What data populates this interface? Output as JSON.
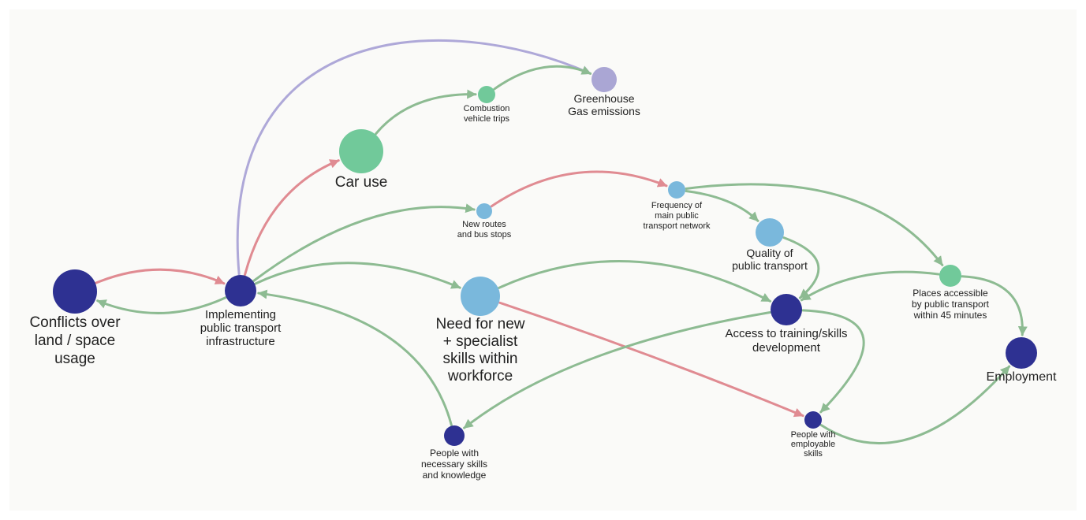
{
  "colors": {
    "dark_blue": "#2e3192",
    "light_blue": "#7ab8dc",
    "green": "#71c99a",
    "lavender": "#aaa6d4",
    "edge_green": "#8dbb92",
    "edge_red": "#e08b92",
    "edge_purple": "#aea8d8"
  },
  "nodes": [
    {
      "id": "conflicts",
      "label": [
        "Conflicts over",
        "land / space",
        "usage"
      ],
      "color": "dark_blue"
    },
    {
      "id": "implementing",
      "label": [
        "Implementing",
        "public transport",
        "infrastructure"
      ],
      "color": "dark_blue"
    },
    {
      "id": "car_use",
      "label": [
        "Car use"
      ],
      "color": "green"
    },
    {
      "id": "combustion",
      "label": [
        "Combustion",
        "vehicle trips"
      ],
      "color": "green"
    },
    {
      "id": "greenhouse",
      "label": [
        "Greenhouse",
        "Gas emissions"
      ],
      "color": "lavender"
    },
    {
      "id": "new_routes",
      "label": [
        "New routes",
        "and bus stops"
      ],
      "color": "light_blue"
    },
    {
      "id": "frequency",
      "label": [
        "Frequency of",
        "main public",
        "transport network"
      ],
      "color": "light_blue"
    },
    {
      "id": "quality",
      "label": [
        "Quality of",
        "public transport"
      ],
      "color": "light_blue"
    },
    {
      "id": "need_skills",
      "label": [
        "Need for new",
        "+ specialist",
        "skills within",
        "workforce"
      ],
      "color": "light_blue"
    },
    {
      "id": "access_training",
      "label": [
        "Access to training/skills",
        "development"
      ],
      "color": "dark_blue"
    },
    {
      "id": "places_accessible",
      "label": [
        "Places accessible",
        "by public transport",
        "within 45 minutes"
      ],
      "color": "green"
    },
    {
      "id": "employment",
      "label": [
        "Employment"
      ],
      "color": "dark_blue"
    },
    {
      "id": "people_necessary",
      "label": [
        "People with",
        "necessary skills",
        "and knowledge"
      ],
      "color": "dark_blue"
    },
    {
      "id": "people_employable",
      "label": [
        "People with",
        "employable",
        "skills"
      ],
      "color": "dark_blue"
    }
  ],
  "edges": [
    {
      "from": "conflicts",
      "to": "implementing",
      "color": "edge_red"
    },
    {
      "from": "implementing",
      "to": "conflicts",
      "color": "edge_green"
    },
    {
      "from": "implementing",
      "to": "car_use",
      "color": "edge_red"
    },
    {
      "from": "implementing",
      "to": "greenhouse",
      "color": "edge_purple"
    },
    {
      "from": "car_use",
      "to": "combustion",
      "color": "edge_green"
    },
    {
      "from": "combustion",
      "to": "greenhouse",
      "color": "edge_green"
    },
    {
      "from": "implementing",
      "to": "new_routes",
      "color": "edge_green"
    },
    {
      "from": "new_routes",
      "to": "frequency",
      "color": "edge_red"
    },
    {
      "from": "frequency",
      "to": "quality",
      "color": "edge_green"
    },
    {
      "from": "frequency",
      "to": "places_accessible",
      "color": "edge_green"
    },
    {
      "from": "quality",
      "to": "access_training",
      "color": "edge_green"
    },
    {
      "from": "places_accessible",
      "to": "access_training",
      "color": "edge_green"
    },
    {
      "from": "places_accessible",
      "to": "employment",
      "color": "edge_green"
    },
    {
      "from": "implementing",
      "to": "need_skills",
      "color": "edge_green"
    },
    {
      "from": "need_skills",
      "to": "access_training",
      "color": "edge_green"
    },
    {
      "from": "need_skills",
      "to": "people_employable",
      "color": "edge_red"
    },
    {
      "from": "access_training",
      "to": "people_necessary",
      "color": "edge_green"
    },
    {
      "from": "people_necessary",
      "to": "implementing",
      "color": "edge_green"
    },
    {
      "from": "access_training",
      "to": "people_employable",
      "color": "edge_green"
    },
    {
      "from": "people_employable",
      "to": "employment",
      "color": "edge_green"
    }
  ]
}
